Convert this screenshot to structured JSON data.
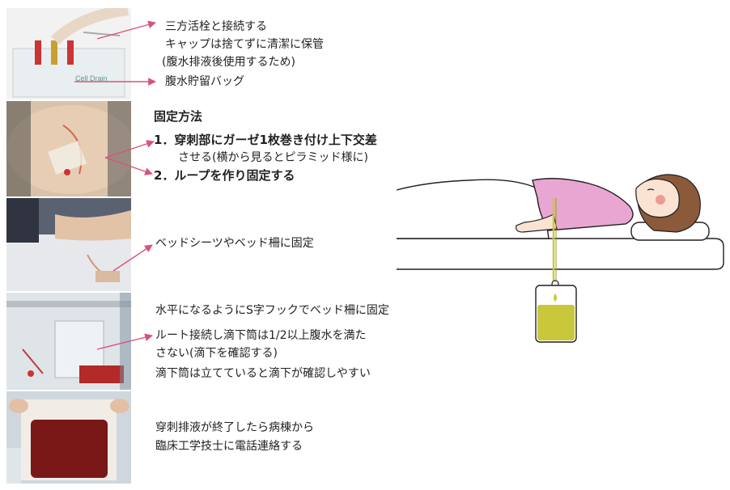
{
  "callouts": {
    "stopcock_1": "三方活栓と接続する",
    "stopcock_2": "キャップは捨てずに清潔に保管",
    "stopcock_3": "(腹水排液後使用するため)",
    "ascites_bag": "腹水貯留バッグ",
    "fixation_heading": "固定方法",
    "fixation_step1_a": "1．穿刺部にガーゼ1枚巻き付け上下交差",
    "fixation_step1_b": "させる(横から見るとピラミッド様に)",
    "fixation_step2": "2．ループを作り固定する",
    "bed_sheet": "ベッドシーツやベッド柵に固定",
    "hook_1": "水平になるようにS字フックでベッド柵に固定",
    "drip_1": "ルート接続し滴下筒は1/2以上腹水を満た",
    "drip_2": "さない(滴下を確認する)",
    "drip_3": "滴下筒は立てていると滴下が確認しやすい",
    "contact_1": "穿刺排液が終了したら病棟から",
    "contact_2": "臨床工学技士に電話連絡する"
  },
  "colors": {
    "arrow": "#d9527e",
    "text": "#231f20",
    "bag_fluid": "#c9c83a",
    "blood_bag": "#8a1f1f",
    "patient_shirt": "#e9a6d2",
    "patient_hair": "#8a5a3a"
  }
}
